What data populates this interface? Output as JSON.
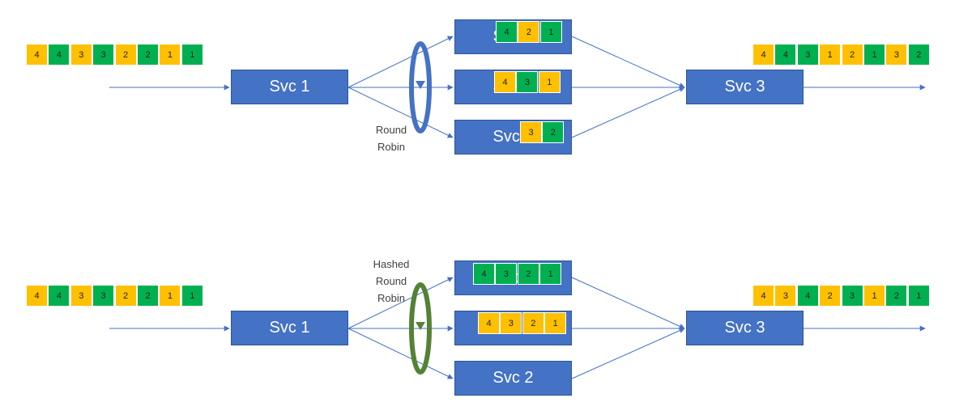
{
  "colors": {
    "service": "#4472C4",
    "yellow": "#FFC000",
    "green": "#00B050",
    "arrow": "#4472C4",
    "rr_ring": "#4472C4",
    "hash_ring": "#548235"
  },
  "top": {
    "input_queue": [
      {
        "label": "4",
        "color": "yellow"
      },
      {
        "label": "4",
        "color": "green"
      },
      {
        "label": "3",
        "color": "yellow"
      },
      {
        "label": "3",
        "color": "green"
      },
      {
        "label": "2",
        "color": "yellow"
      },
      {
        "label": "2",
        "color": "green"
      },
      {
        "label": "1",
        "color": "yellow"
      },
      {
        "label": "1",
        "color": "green"
      }
    ],
    "svc1_label": "Svc 1",
    "svc2_labels": [
      "Svc 2",
      "Svc 2",
      "Svc 2"
    ],
    "svc3_label": "Svc 3",
    "routing_label": [
      "Round",
      "Robin"
    ],
    "worker_tokens": [
      [
        {
          "label": "4",
          "color": "green"
        },
        {
          "label": "2",
          "color": "yellow"
        },
        {
          "label": "1",
          "color": "green"
        }
      ],
      [
        {
          "label": "4",
          "color": "yellow"
        },
        {
          "label": "3",
          "color": "green"
        },
        {
          "label": "1",
          "color": "yellow"
        }
      ],
      [
        {
          "label": "3",
          "color": "yellow"
        },
        {
          "label": "2",
          "color": "green"
        }
      ]
    ],
    "output_queue": [
      {
        "label": "4",
        "color": "yellow"
      },
      {
        "label": "4",
        "color": "green"
      },
      {
        "label": "3",
        "color": "green"
      },
      {
        "label": "1",
        "color": "yellow"
      },
      {
        "label": "2",
        "color": "yellow"
      },
      {
        "label": "1",
        "color": "green"
      },
      {
        "label": "3",
        "color": "yellow"
      },
      {
        "label": "2",
        "color": "green"
      }
    ]
  },
  "bottom": {
    "input_queue": [
      {
        "label": "4",
        "color": "yellow"
      },
      {
        "label": "4",
        "color": "green"
      },
      {
        "label": "3",
        "color": "yellow"
      },
      {
        "label": "3",
        "color": "green"
      },
      {
        "label": "2",
        "color": "yellow"
      },
      {
        "label": "2",
        "color": "green"
      },
      {
        "label": "1",
        "color": "yellow"
      },
      {
        "label": "1",
        "color": "green"
      }
    ],
    "svc1_label": "Svc 1",
    "svc2_labels": [
      "Svc 2",
      "Svc 2",
      "Svc 2"
    ],
    "svc3_label": "Svc 3",
    "routing_label": [
      "Hashed",
      "Round",
      "Robin"
    ],
    "worker_tokens": [
      [
        {
          "label": "4",
          "color": "green"
        },
        {
          "label": "3",
          "color": "green"
        },
        {
          "label": "2",
          "color": "green"
        },
        {
          "label": "1",
          "color": "green"
        }
      ],
      [
        {
          "label": "4",
          "color": "yellow"
        },
        {
          "label": "3",
          "color": "yellow"
        },
        {
          "label": "2",
          "color": "yellow"
        },
        {
          "label": "1",
          "color": "yellow"
        }
      ],
      []
    ],
    "output_queue": [
      {
        "label": "4",
        "color": "yellow"
      },
      {
        "label": "3",
        "color": "yellow"
      },
      {
        "label": "4",
        "color": "green"
      },
      {
        "label": "2",
        "color": "yellow"
      },
      {
        "label": "3",
        "color": "green"
      },
      {
        "label": "1",
        "color": "yellow"
      },
      {
        "label": "2",
        "color": "green"
      },
      {
        "label": "1",
        "color": "green"
      }
    ]
  }
}
